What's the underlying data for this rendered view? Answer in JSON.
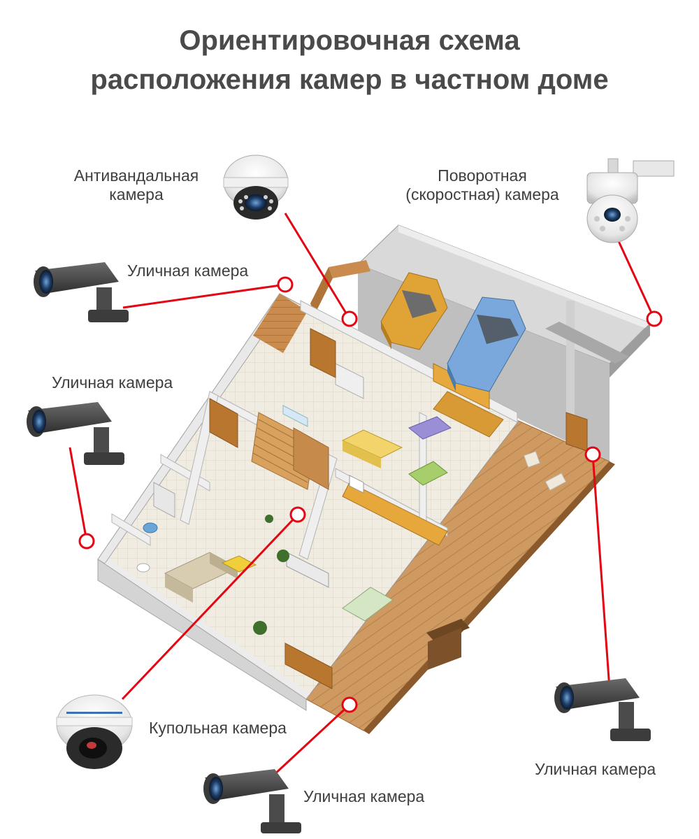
{
  "title": {
    "line1": "Ориентировочная схема",
    "line2": "расположения камер в частном доме"
  },
  "cameras": {
    "antivandal": {
      "line1": "Антивандальная",
      "line2": "камера"
    },
    "ptz": {
      "line1": "Поворотная",
      "line2": "(скоростная) камера"
    },
    "street_top": "Уличная камера",
    "street_left": "Уличная камера",
    "street_right": "Уличная камера",
    "street_bottom": "Уличная камера",
    "dome": "Купольная камера"
  },
  "colors": {
    "connector": "#e30613",
    "camera_body": "#4e4e4e",
    "house_wall": "#e8e8e8",
    "floor_tile": "#f1ece2",
    "wood": "#c98c4e",
    "garage_floor": "#b9b9b9"
  },
  "icons": [
    "bullet-camera-icon",
    "dome-camera-icon",
    "ptz-camera-icon"
  ]
}
